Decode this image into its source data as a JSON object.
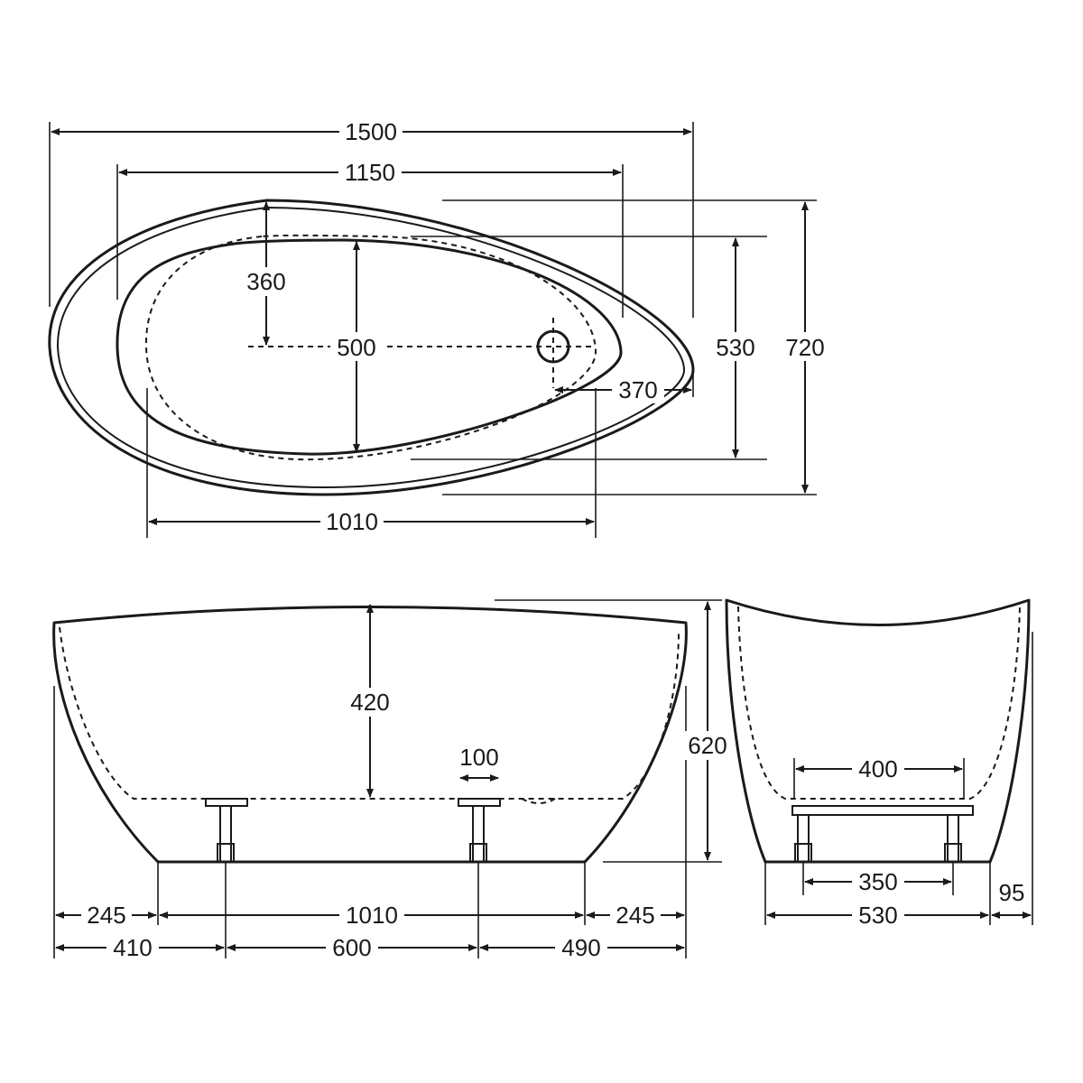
{
  "top_view": {
    "overall_length": "1500",
    "rim_length": "1150",
    "basin_length": "1010",
    "waste_offset": "360",
    "basin_width": "500",
    "inner_width": "530",
    "overall_width": "720",
    "waste_to_end": "370"
  },
  "side_view": {
    "depth": "420",
    "overall_height": "620",
    "foot_width": "100",
    "end_left": "245",
    "base_length": "1010",
    "end_right": "245",
    "foot_left": "410",
    "foot_spacing": "600",
    "foot_right": "490"
  },
  "end_view": {
    "feet_outer": "400",
    "feet_inner": "350",
    "base_width": "530",
    "overhang": "95"
  }
}
